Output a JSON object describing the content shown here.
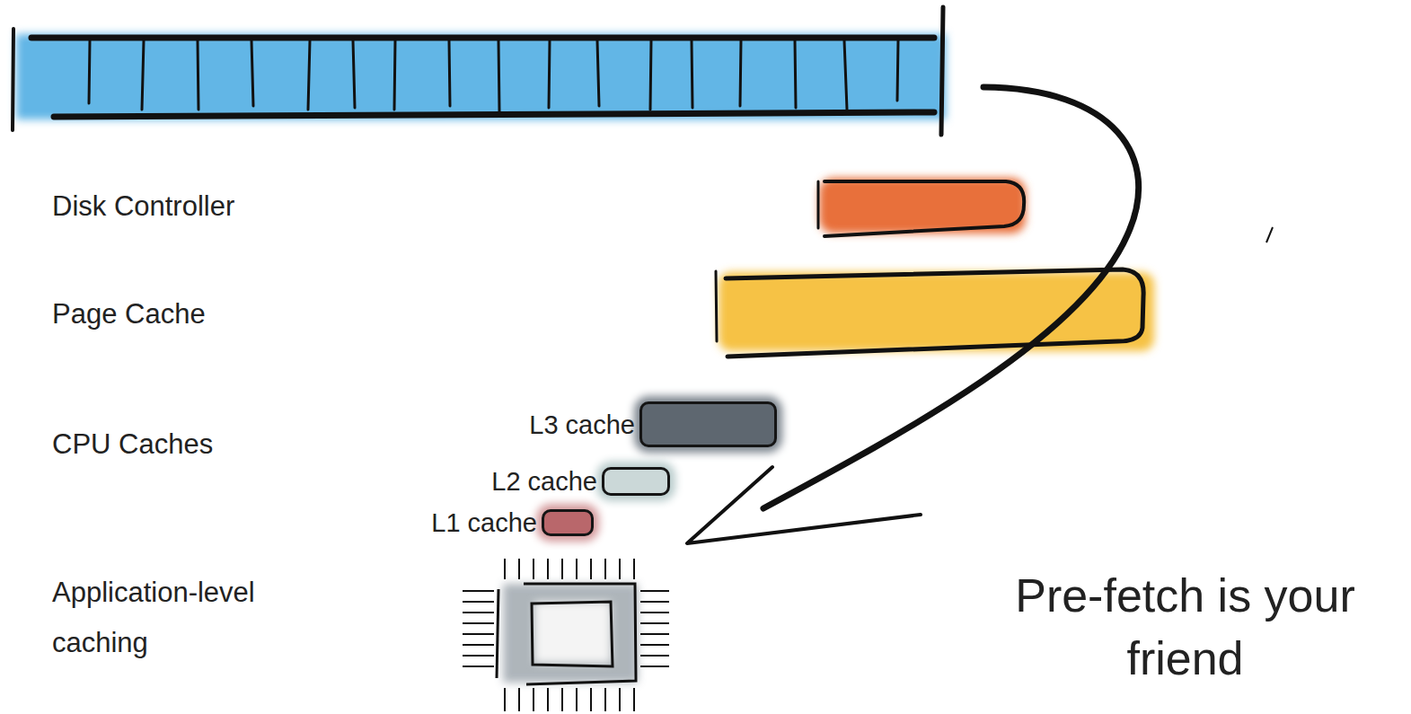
{
  "diagram": {
    "nodes": [
      {
        "text": [
          "L3 cache"
        ]
      },
      {
        "text": [
          "L2 cache"
        ]
      },
      {
        "text": [
          "L1 cache"
        ]
      }
    ],
    "labels": [
      "Disk Controller",
      "Page Cache",
      "CPU Caches",
      "Application-level caching",
      "Pre-fetch is your friend"
    ]
  }
}
